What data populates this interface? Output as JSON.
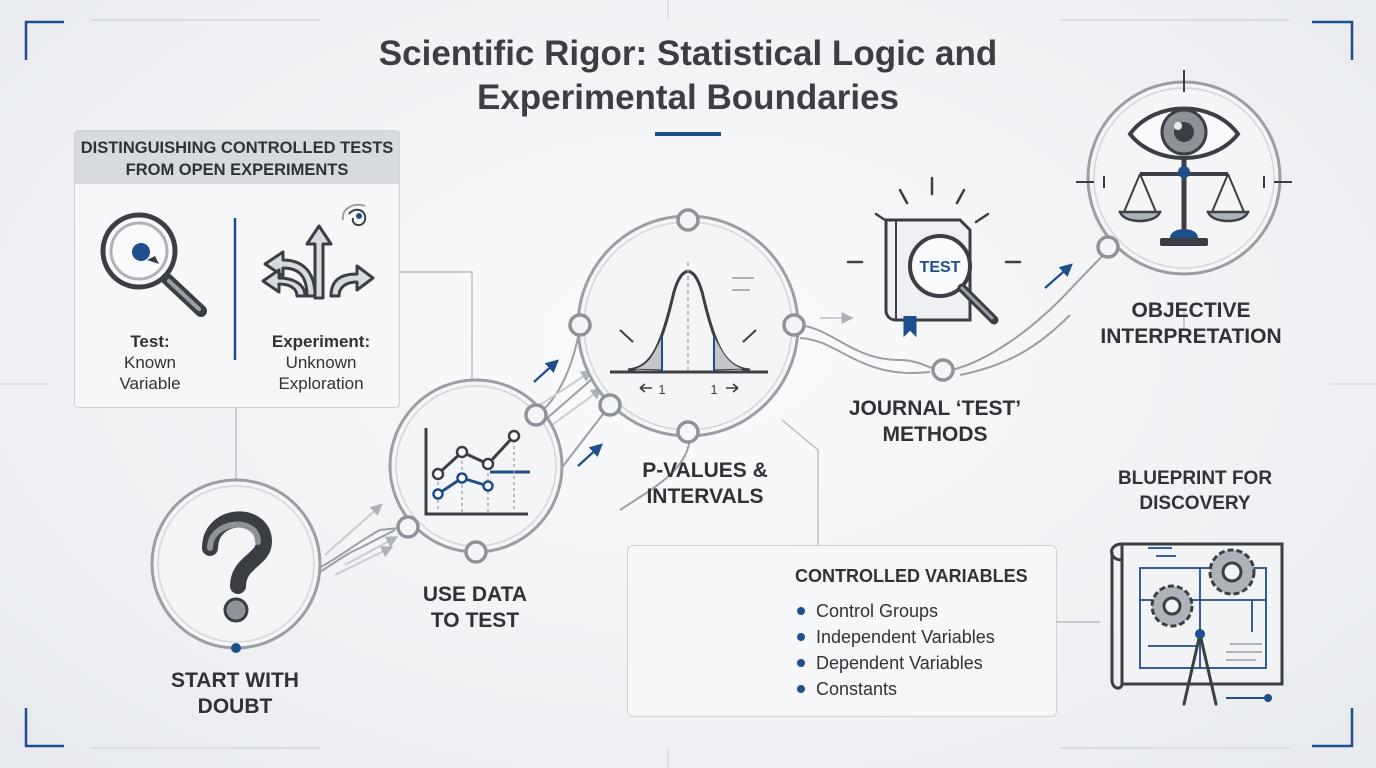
{
  "title": "Scientific Rigor: Statistical Logic and Experimental Boundaries",
  "comparison_panel": {
    "header": "DISTINGUISHING CONTROLLED TESTS FROM OPEN EXPERIMENTS",
    "test": {
      "term": "Test:",
      "description_line1": "Known",
      "description_line2": "Variable"
    },
    "experiment": {
      "term": "Experiment:",
      "description_line1": "Unknown",
      "description_line2": "Exploration"
    }
  },
  "steps": {
    "start": "START WITH DOUBT",
    "data": "USE DATA TO TEST",
    "pvalues": "P-VALUES & INTERVALS",
    "journal": "JOURNAL ‘TEST’ METHODS",
    "objective": "OBJECTIVE INTERPRETATION",
    "blueprint": "BLUEPRINT FOR DISCOVERY"
  },
  "book_label": "TEST",
  "distribution_ticks": {
    "left": "1",
    "right": "1"
  },
  "controlled_variables": {
    "title": "CONTROLLED VARIABLES",
    "items": [
      "Control Groups",
      "Independent Variables",
      "Dependent Variables",
      "Constants"
    ]
  },
  "colors": {
    "accent": "#1f4e8c",
    "ink": "#3b3e44",
    "line": "#9a9fa6",
    "panel": "#f6f7f9"
  },
  "icons": [
    "magnifier-icon",
    "diverging-arrows-icon",
    "galaxy-icon",
    "question-mark-icon",
    "line-chart-icon",
    "bell-curve-icon",
    "journal-book-icon",
    "eye-icon",
    "balance-scale-icon",
    "beaker-icon",
    "blueprint-gears-icon"
  ]
}
